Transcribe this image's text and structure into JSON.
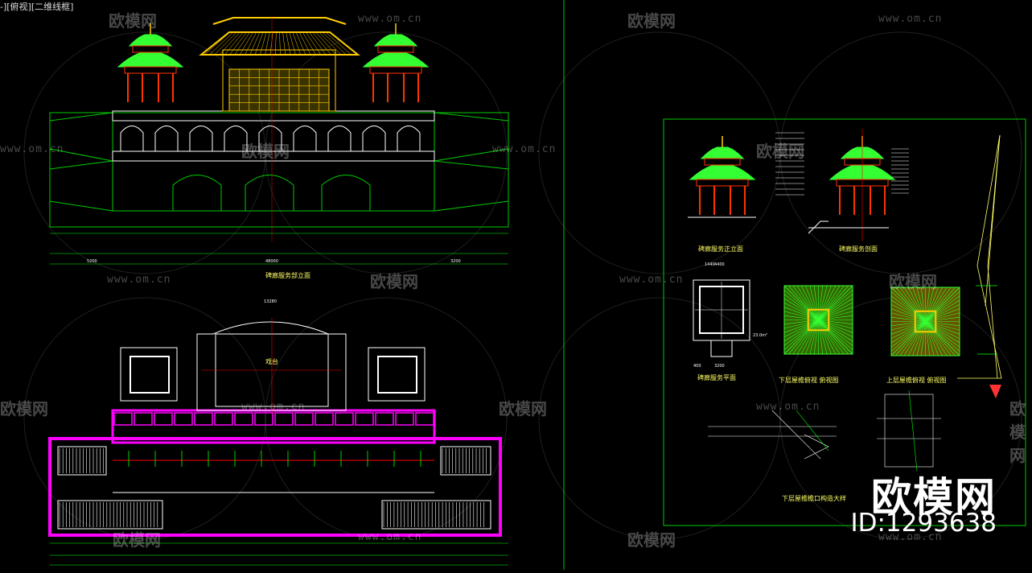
{
  "viewport_label": "-][俯视][二维线框]",
  "watermark": {
    "brand": "欧模网",
    "url": "www.om.cn"
  },
  "brand_badge": {
    "name": "欧模网",
    "id": "ID:1293638"
  },
  "drawing": {
    "front_elevation_title": "碑廊服务部立面",
    "overall_dim": "48000",
    "plan_hall_label": "戏台",
    "pavilion_elevation_title": "碑廊服务正立面",
    "pavilion_section_title": "碑廊服务剖面",
    "pavilion_plan_title": "碑廊服务平面",
    "lower_roof_title": "下层屋檐俯视 俯视图",
    "upper_roof_title": "上层屋檐俯视 俯视图",
    "detail_title": "下层屋檐檐口构造大样",
    "dims": {
      "left_span": "5200",
      "right_span": "3200",
      "plan_dim": "4400",
      "side_dim": "1440",
      "base_dim": "400",
      "base_mid": "3200",
      "area": "23.0m²",
      "stage_width": "13280"
    }
  },
  "colors": {
    "roof_green": "#33ff33",
    "hall_gold": "#ffcc00",
    "column_red": "#ff3300",
    "outline_green": "#00cc00",
    "plan_magenta": "#ff00ff",
    "frame": "#888888"
  }
}
